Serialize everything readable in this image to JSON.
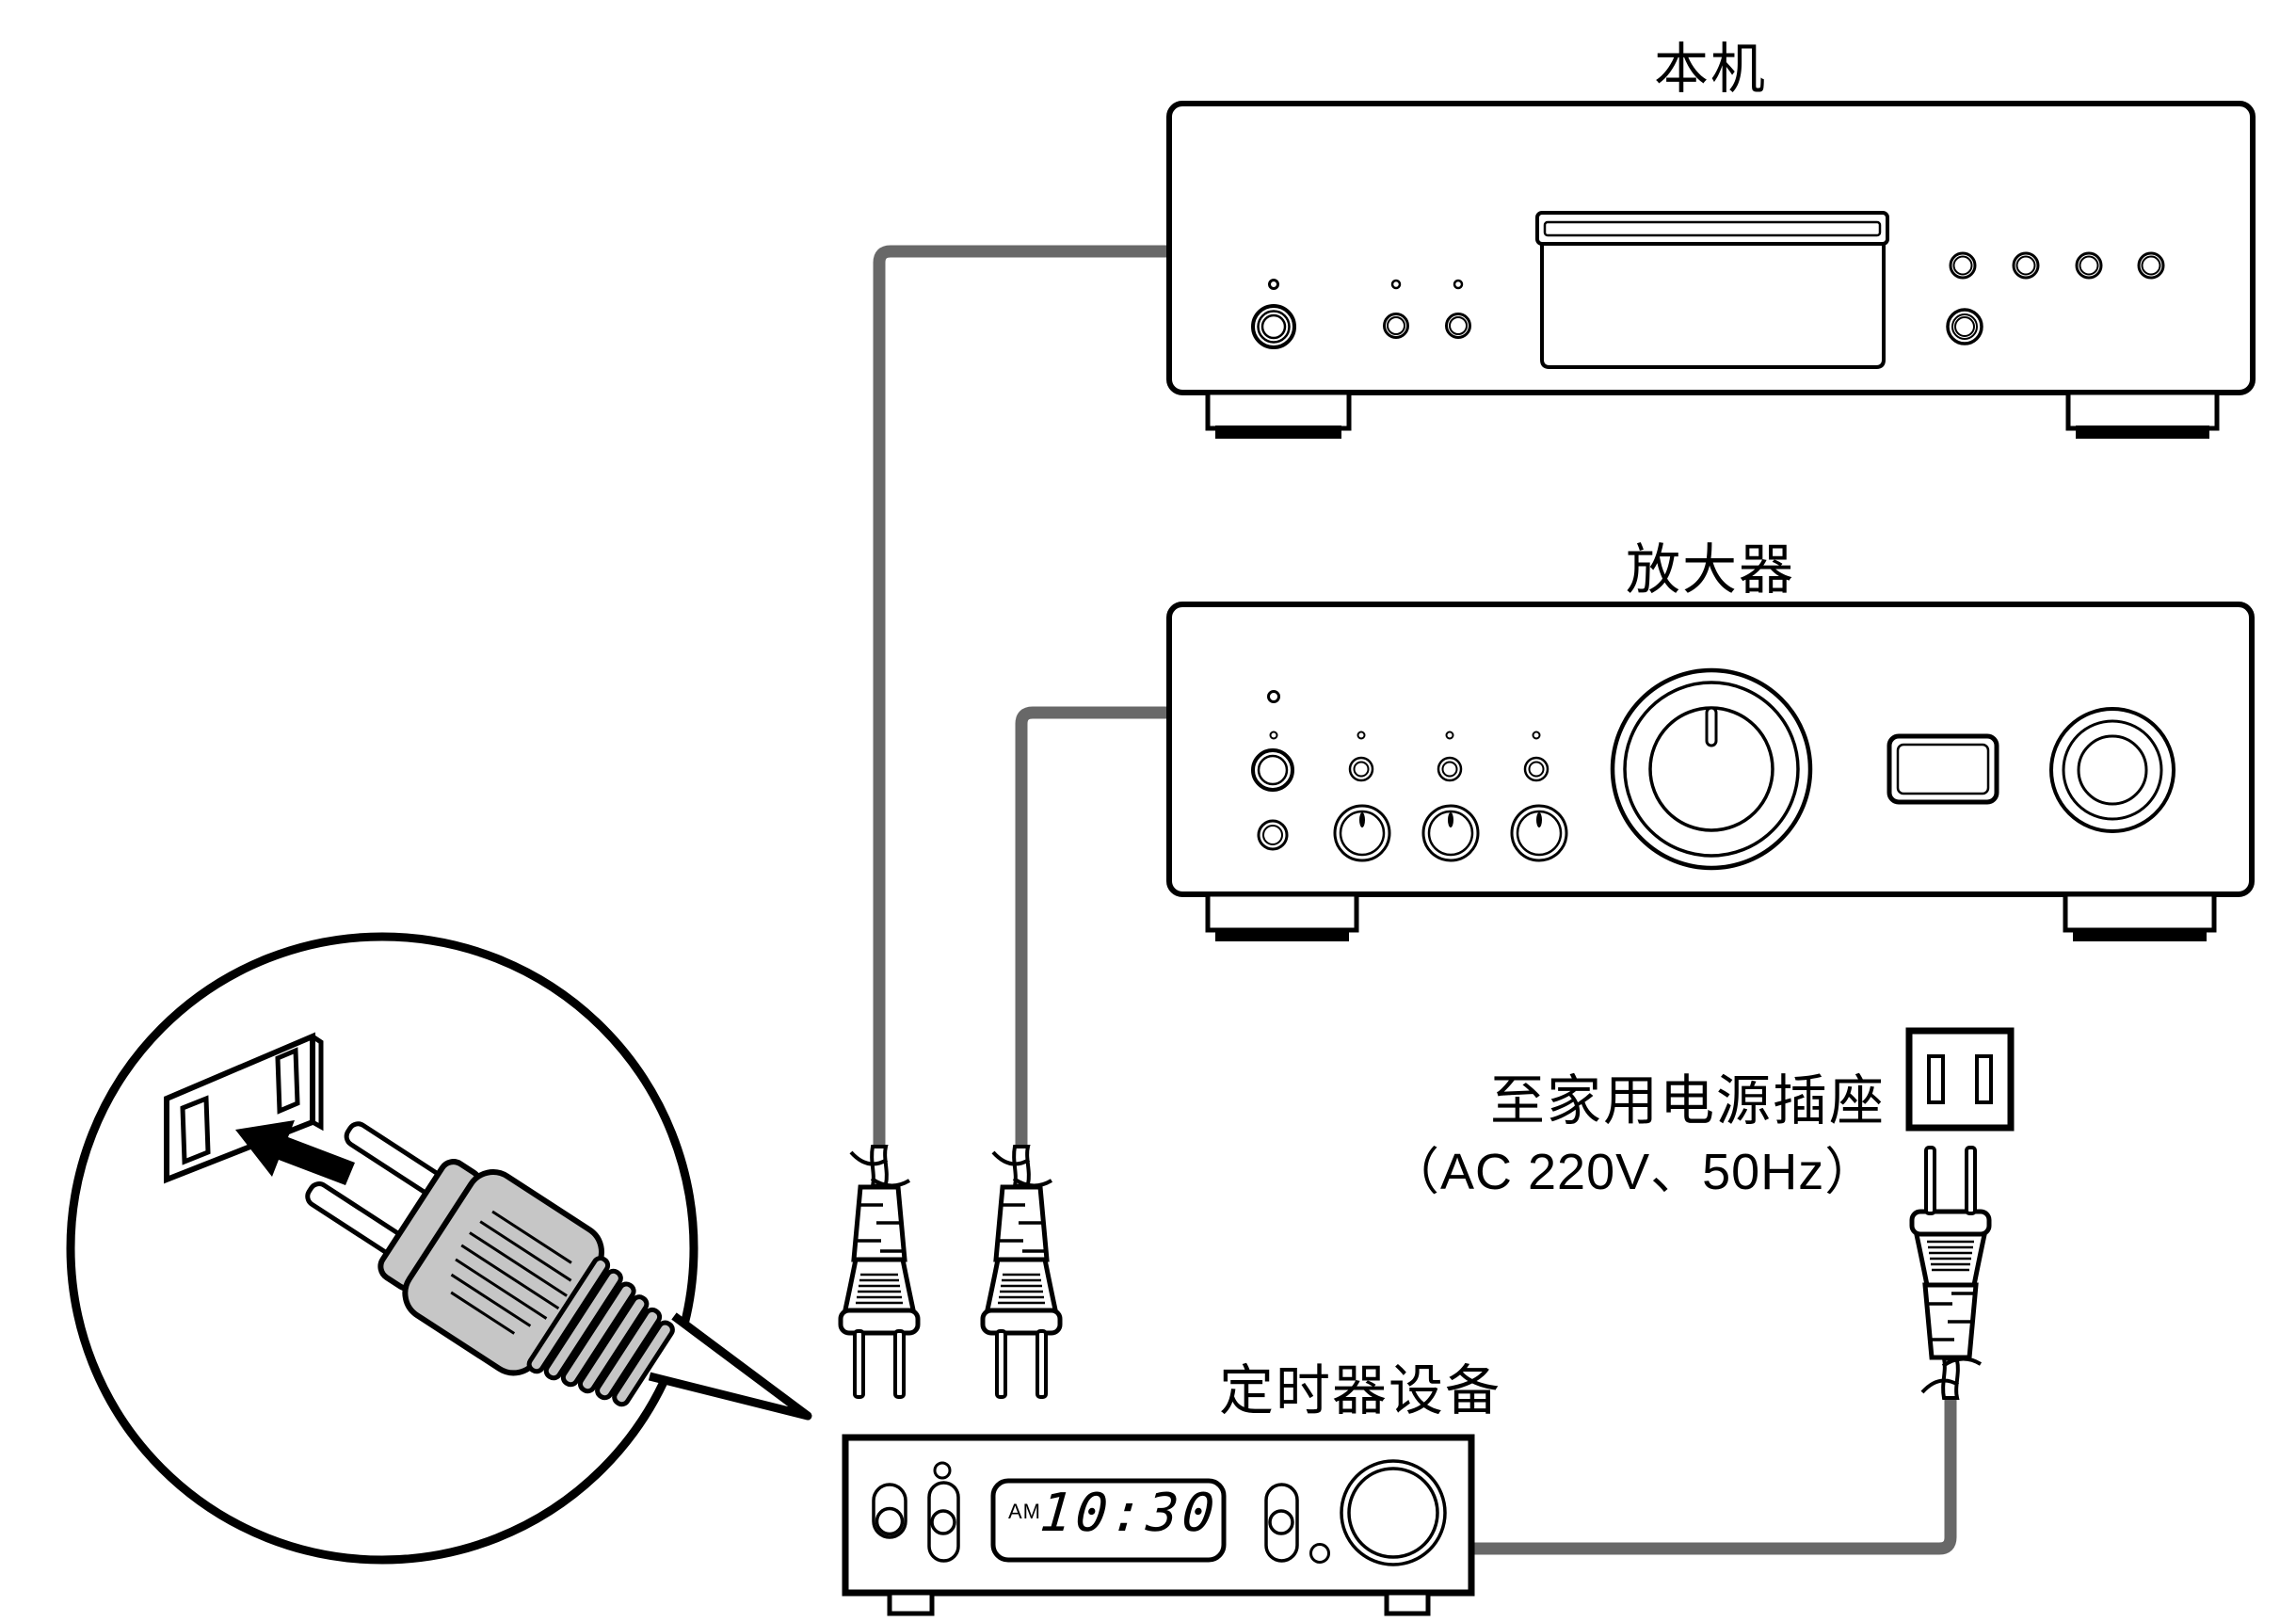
{
  "diagram": {
    "title_context": "power connection diagram",
    "labels": {
      "unit": "本机",
      "amplifier": "放大器",
      "outlet_line1": "至家用电源插座",
      "outlet_line2": "（AC 220V、50Hz）",
      "timer": "定时器设备"
    },
    "timer_display": {
      "meridiem": "AM",
      "time": "10:30"
    },
    "colors": {
      "outline": "#000000",
      "cord_gray": "#686868",
      "plug_body_gray": "#c6c6c6",
      "background": "#ffffff"
    }
  }
}
